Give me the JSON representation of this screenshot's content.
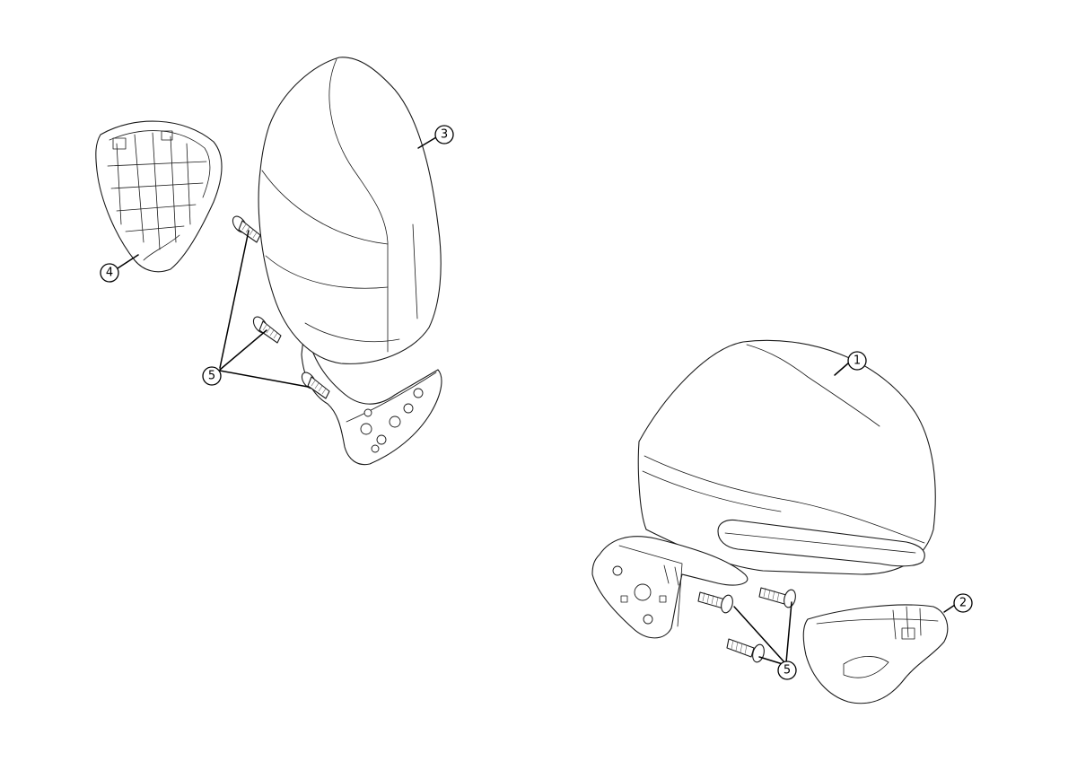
{
  "callouts": {
    "c1": "1",
    "c2": "2",
    "c3": "3",
    "c4": "4",
    "c5_left": "5",
    "c5_right": "5"
  },
  "colors": {
    "line": "#1a1a1a",
    "background": "#ffffff"
  }
}
